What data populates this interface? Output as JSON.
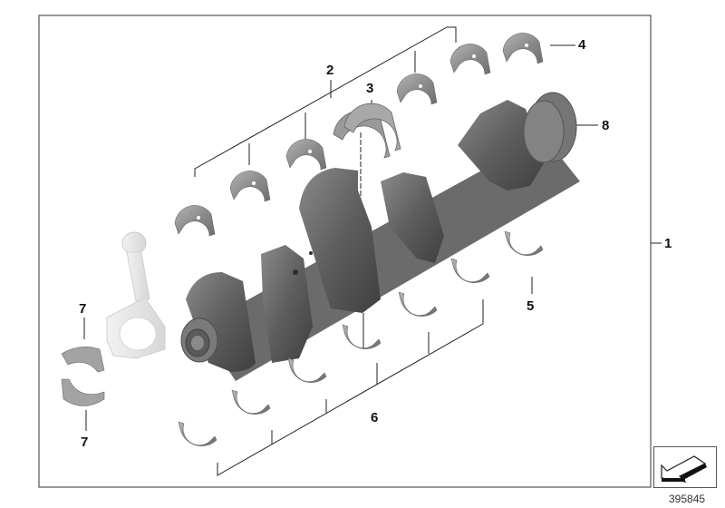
{
  "diagram": {
    "type": "exploded parts diagram",
    "subject": "crankshaft with bearing shells",
    "document_number": "395845",
    "frame_color": "#555555",
    "part_color": "#8e8e8e",
    "part_dark_color": "#5f5f5f",
    "connecting_rod_color": "#e6e6e6"
  },
  "callouts": [
    {
      "id": "1",
      "label": "1",
      "part": "crankshaft assembly (frame)"
    },
    {
      "id": "2",
      "label": "2",
      "part": "upper main bearing shells (group)"
    },
    {
      "id": "3",
      "label": "3",
      "part": "thrust bearing shell"
    },
    {
      "id": "4",
      "label": "4",
      "part": "upper bearing shell"
    },
    {
      "id": "5",
      "label": "5",
      "part": "lower bearing shell"
    },
    {
      "id": "6",
      "label": "6",
      "part": "lower main bearing shells (group)"
    },
    {
      "id": "7a",
      "label": "7",
      "part": "connecting rod bearing shell (upper)"
    },
    {
      "id": "7b",
      "label": "7",
      "part": "connecting rod bearing shell (lower)"
    },
    {
      "id": "8",
      "label": "8",
      "part": "crankshaft"
    }
  ],
  "navigation": {
    "icon": "arrow-down-left-icon"
  }
}
